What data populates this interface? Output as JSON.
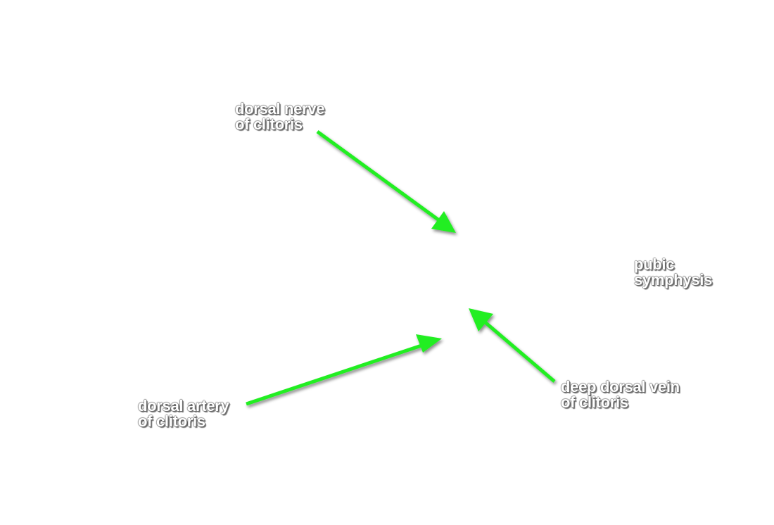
{
  "colors": {
    "arrow": "#22ee22",
    "label_text": "#ffffff",
    "background": "#ffffff"
  },
  "labels": {
    "nerve": {
      "line1": "dorsal nerve",
      "line2": "of clitoris"
    },
    "artery": {
      "line1": "dorsal artery",
      "line2": "of clitoris"
    },
    "vein": {
      "line1": "deep dorsal vein",
      "line2": "of clitoris"
    },
    "pubic": {
      "line1": "pubic",
      "line2": "symphysis"
    }
  }
}
